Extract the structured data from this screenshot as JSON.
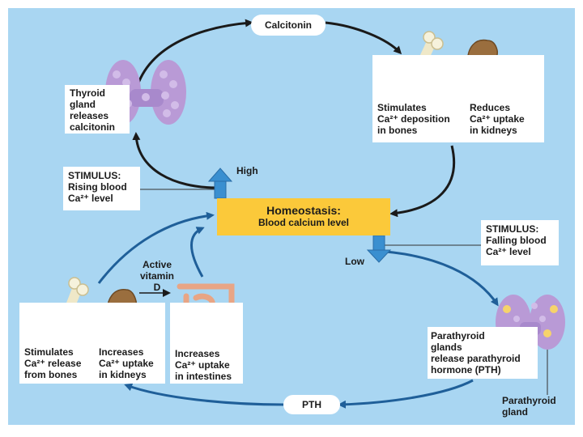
{
  "labels": {
    "calcitonin": "Calcitonin",
    "pth": "PTH",
    "high": "High",
    "low": "Low",
    "active_vitamin_d": "Active\nvitamin\nD",
    "homeostasis_title": "Homeostasis:",
    "homeostasis_sub": "Blood calcium level",
    "thyroid": "Thyroid\ngland\nreleases\ncalcitonin",
    "stim_bones_dep": "Stimulates\nCa²⁺ deposition\nin bones",
    "reduces_kidneys": "Reduces\nCa²⁺ uptake\nin kidneys",
    "stim_rising": "STIMULUS:\nRising blood\nCa²⁺ level",
    "stim_falling": "STIMULUS:\nFalling blood\nCa²⁺ level",
    "stim_release": "Stimulates\nCa²⁺ release\nfrom bones",
    "increases_kidneys": "Increases\nCa²⁺ uptake\nin kidneys",
    "increases_intestines": "Increases\nCa²⁺ uptake\nin intestines",
    "parathyroid_glands": "Parathyroid\nglands\nrelease parathyroid\nhormone (PTH)",
    "parathyroid_gland": "Parathyroid\ngland"
  },
  "colors": {
    "background": "#a9d6f2",
    "homeostasis": "#fbc93a",
    "upper_loop_arrows": "#1a1a1a",
    "lower_loop_arrows": "#1f5f99",
    "high_low_arrows": "#3a8fd0"
  }
}
